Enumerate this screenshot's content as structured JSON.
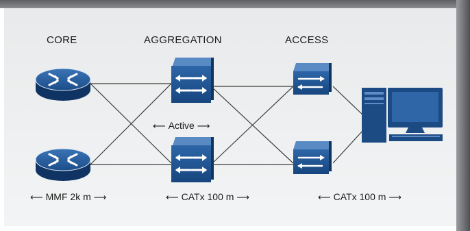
{
  "headers": {
    "core": "CORE",
    "aggregation": "AGGREGATION",
    "access": "ACCESS"
  },
  "labels": {
    "active": "Active",
    "mmf": "MMF 2k m",
    "catx_left": "CATx 100 m",
    "catx_right": "CATx 100 m"
  },
  "icons": {
    "left_arrow": "⟵",
    "right_arrow": "⟶"
  },
  "colors": {
    "device_blue": "#1f4f8a",
    "device_dark": "#143a6b",
    "background_gray": "#eef0f1",
    "frame_dark": "#6a6c70"
  }
}
